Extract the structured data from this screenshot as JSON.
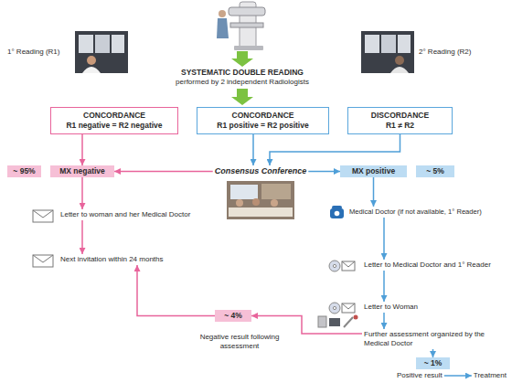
{
  "diagram": {
    "nodes": [
      {
        "text": [
          "CONCORDANCE",
          "R1 negative = R2 negative"
        ]
      },
      {
        "text": [
          "CONCORDANCE",
          "R1 positive = R2 positive"
        ]
      },
      {
        "text": [
          "DISCORDANCE",
          "R1 ≠ R2"
        ]
      },
      {
        "text": [
          "~ 95%"
        ]
      },
      {
        "text": [
          "MX negative"
        ]
      },
      {
        "text": [
          "Consensus Conference"
        ]
      },
      {
        "text": [
          "MX positive"
        ]
      },
      {
        "text": [
          "~ 5%"
        ]
      },
      {
        "text": [
          "Letter to woman and her Medical Doctor"
        ]
      },
      {
        "text": [
          "Medical Doctor (if not available, 1° Reader)"
        ]
      },
      {
        "text": [
          "Next invitation within 24 months"
        ]
      },
      {
        "text": [
          "Letter to Medical Doctor and 1° Reader"
        ]
      },
      {
        "text": [
          "Letter to Woman"
        ]
      },
      {
        "text": [
          "~ 4%"
        ]
      },
      {
        "text": [
          "Further assessment organized by the Medical Doctor"
        ]
      },
      {
        "text": [
          "~ 1%"
        ]
      },
      {
        "text": [
          "Positive result"
        ]
      },
      {
        "text": [
          "Treatment"
        ]
      }
    ],
    "edges": [
      {
        "from": 0,
        "to": 4,
        "arrow": "to"
      },
      {
        "from": 1,
        "to": 5,
        "arrow": "to"
      },
      {
        "from": 2,
        "to": 5,
        "arrow": "to"
      },
      {
        "from": 5,
        "to": 4,
        "arrow": "to"
      },
      {
        "from": 5,
        "to": 6,
        "arrow": "to"
      },
      {
        "from": 4,
        "to": 8,
        "arrow": "to"
      },
      {
        "from": 8,
        "to": 10,
        "arrow": "to"
      },
      {
        "from": 6,
        "to": 9,
        "arrow": "to"
      },
      {
        "from": 9,
        "to": 11,
        "arrow": "to"
      },
      {
        "from": 11,
        "to": 12,
        "arrow": "to"
      },
      {
        "from": 12,
        "to": 14,
        "arrow": "to"
      },
      {
        "from": 14,
        "to": 13,
        "arrow": "to"
      },
      {
        "from": 13,
        "to": 10,
        "arrow": "to"
      },
      {
        "from": 14,
        "to": 15,
        "arrow": "to"
      },
      {
        "from": 16,
        "to": 17,
        "arrow": "to"
      }
    ],
    "labels": [
      "1° Reading (R1)",
      "2° Reading (R2)",
      "SYSTEMATIC DOUBLE READING",
      "performed by 2 independent Radiologists",
      "Negative result following assessment"
    ]
  }
}
